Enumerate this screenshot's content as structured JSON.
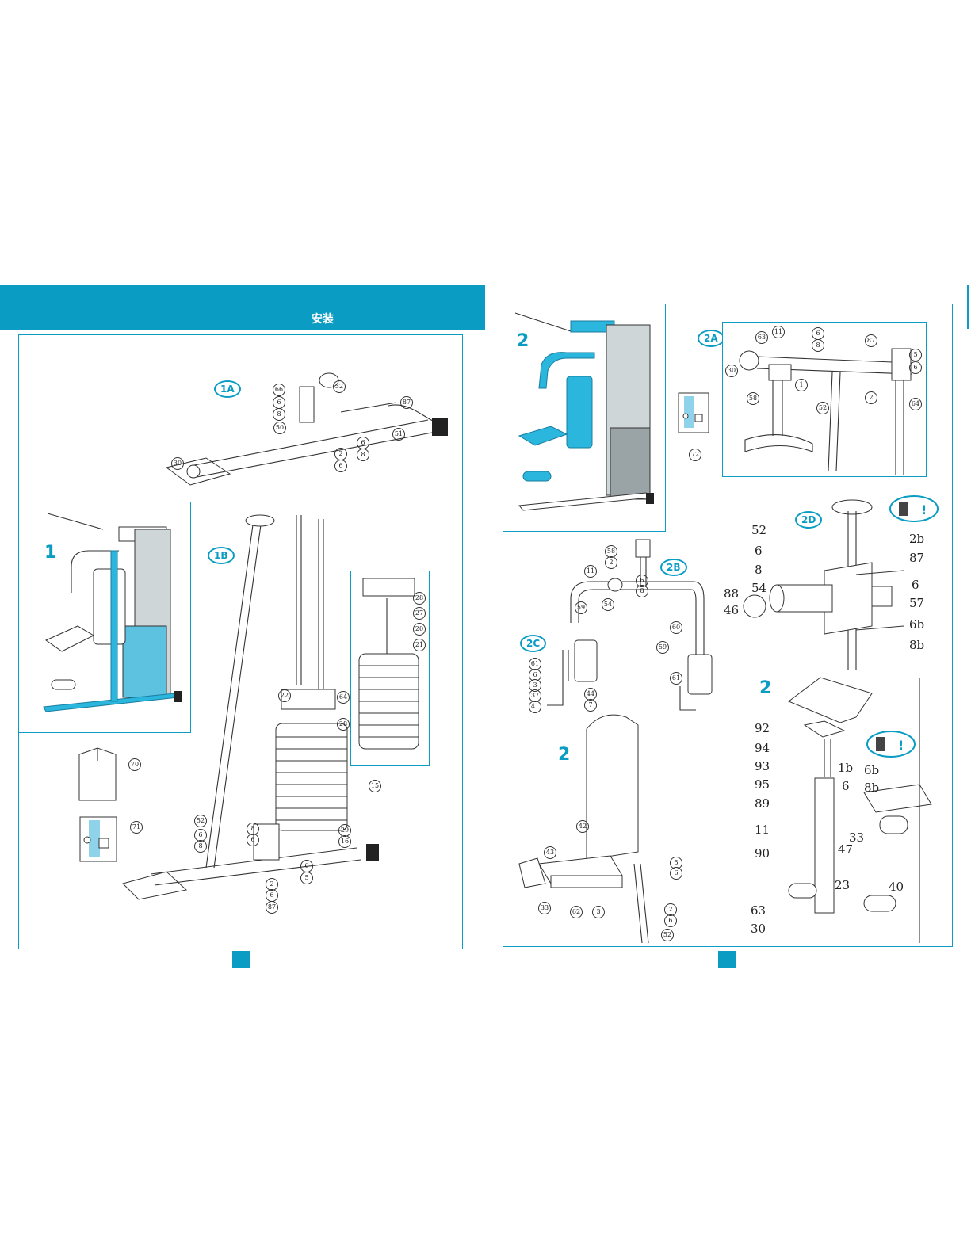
{
  "header": {
    "title": "安装",
    "color": "#0b9cc4"
  },
  "figures": {
    "fig_1": "1",
    "fig_1a": "1A",
    "fig_1b": "1B",
    "fig_2_main": "2",
    "fig_2a": "2A",
    "fig_2b": "2B",
    "fig_2c": "2C",
    "fig_2d": "2D",
    "fig_2_back": "2",
    "fig_2_seat": "2"
  },
  "callouts": {
    "c1a": [
      "66",
      "32",
      "6",
      "8",
      "87",
      "50",
      "51",
      "6",
      "8",
      "2",
      "6",
      "30"
    ],
    "c1b_top": [
      "28",
      "27",
      "20",
      "21",
      "22",
      "64",
      "28",
      "15"
    ],
    "c1b_bottom": [
      "52",
      "6",
      "8",
      "8",
      "6",
      "29",
      "16",
      "6",
      "5",
      "2",
      "6",
      "87"
    ],
    "c_docs": [
      "70",
      "71"
    ],
    "c2a": [
      "63",
      "11",
      "6",
      "8",
      "87",
      "5",
      "6",
      "30",
      "1",
      "2",
      "58",
      "52",
      "64",
      "72"
    ],
    "c2b": [
      "58",
      "2",
      "11",
      "6",
      "8",
      "59",
      "54",
      "60",
      "59",
      "61"
    ],
    "c2c": [
      "61",
      "6",
      "3",
      "37",
      "41",
      "44",
      "7"
    ],
    "c2_back": [
      "42",
      "43",
      "33",
      "62",
      "3",
      "5",
      "6",
      "2",
      "6",
      "52"
    ],
    "c2d": [
      "52",
      "6",
      "8",
      "54",
      "88",
      "46",
      "2b",
      "87",
      "6",
      "57",
      "6b",
      "8b"
    ],
    "c2_seat": [
      "92",
      "94",
      "93",
      "95",
      "1b",
      "6",
      "6b",
      "8b",
      "89",
      "11",
      "33",
      "90",
      "47",
      "23",
      "40",
      "63",
      "30"
    ]
  }
}
